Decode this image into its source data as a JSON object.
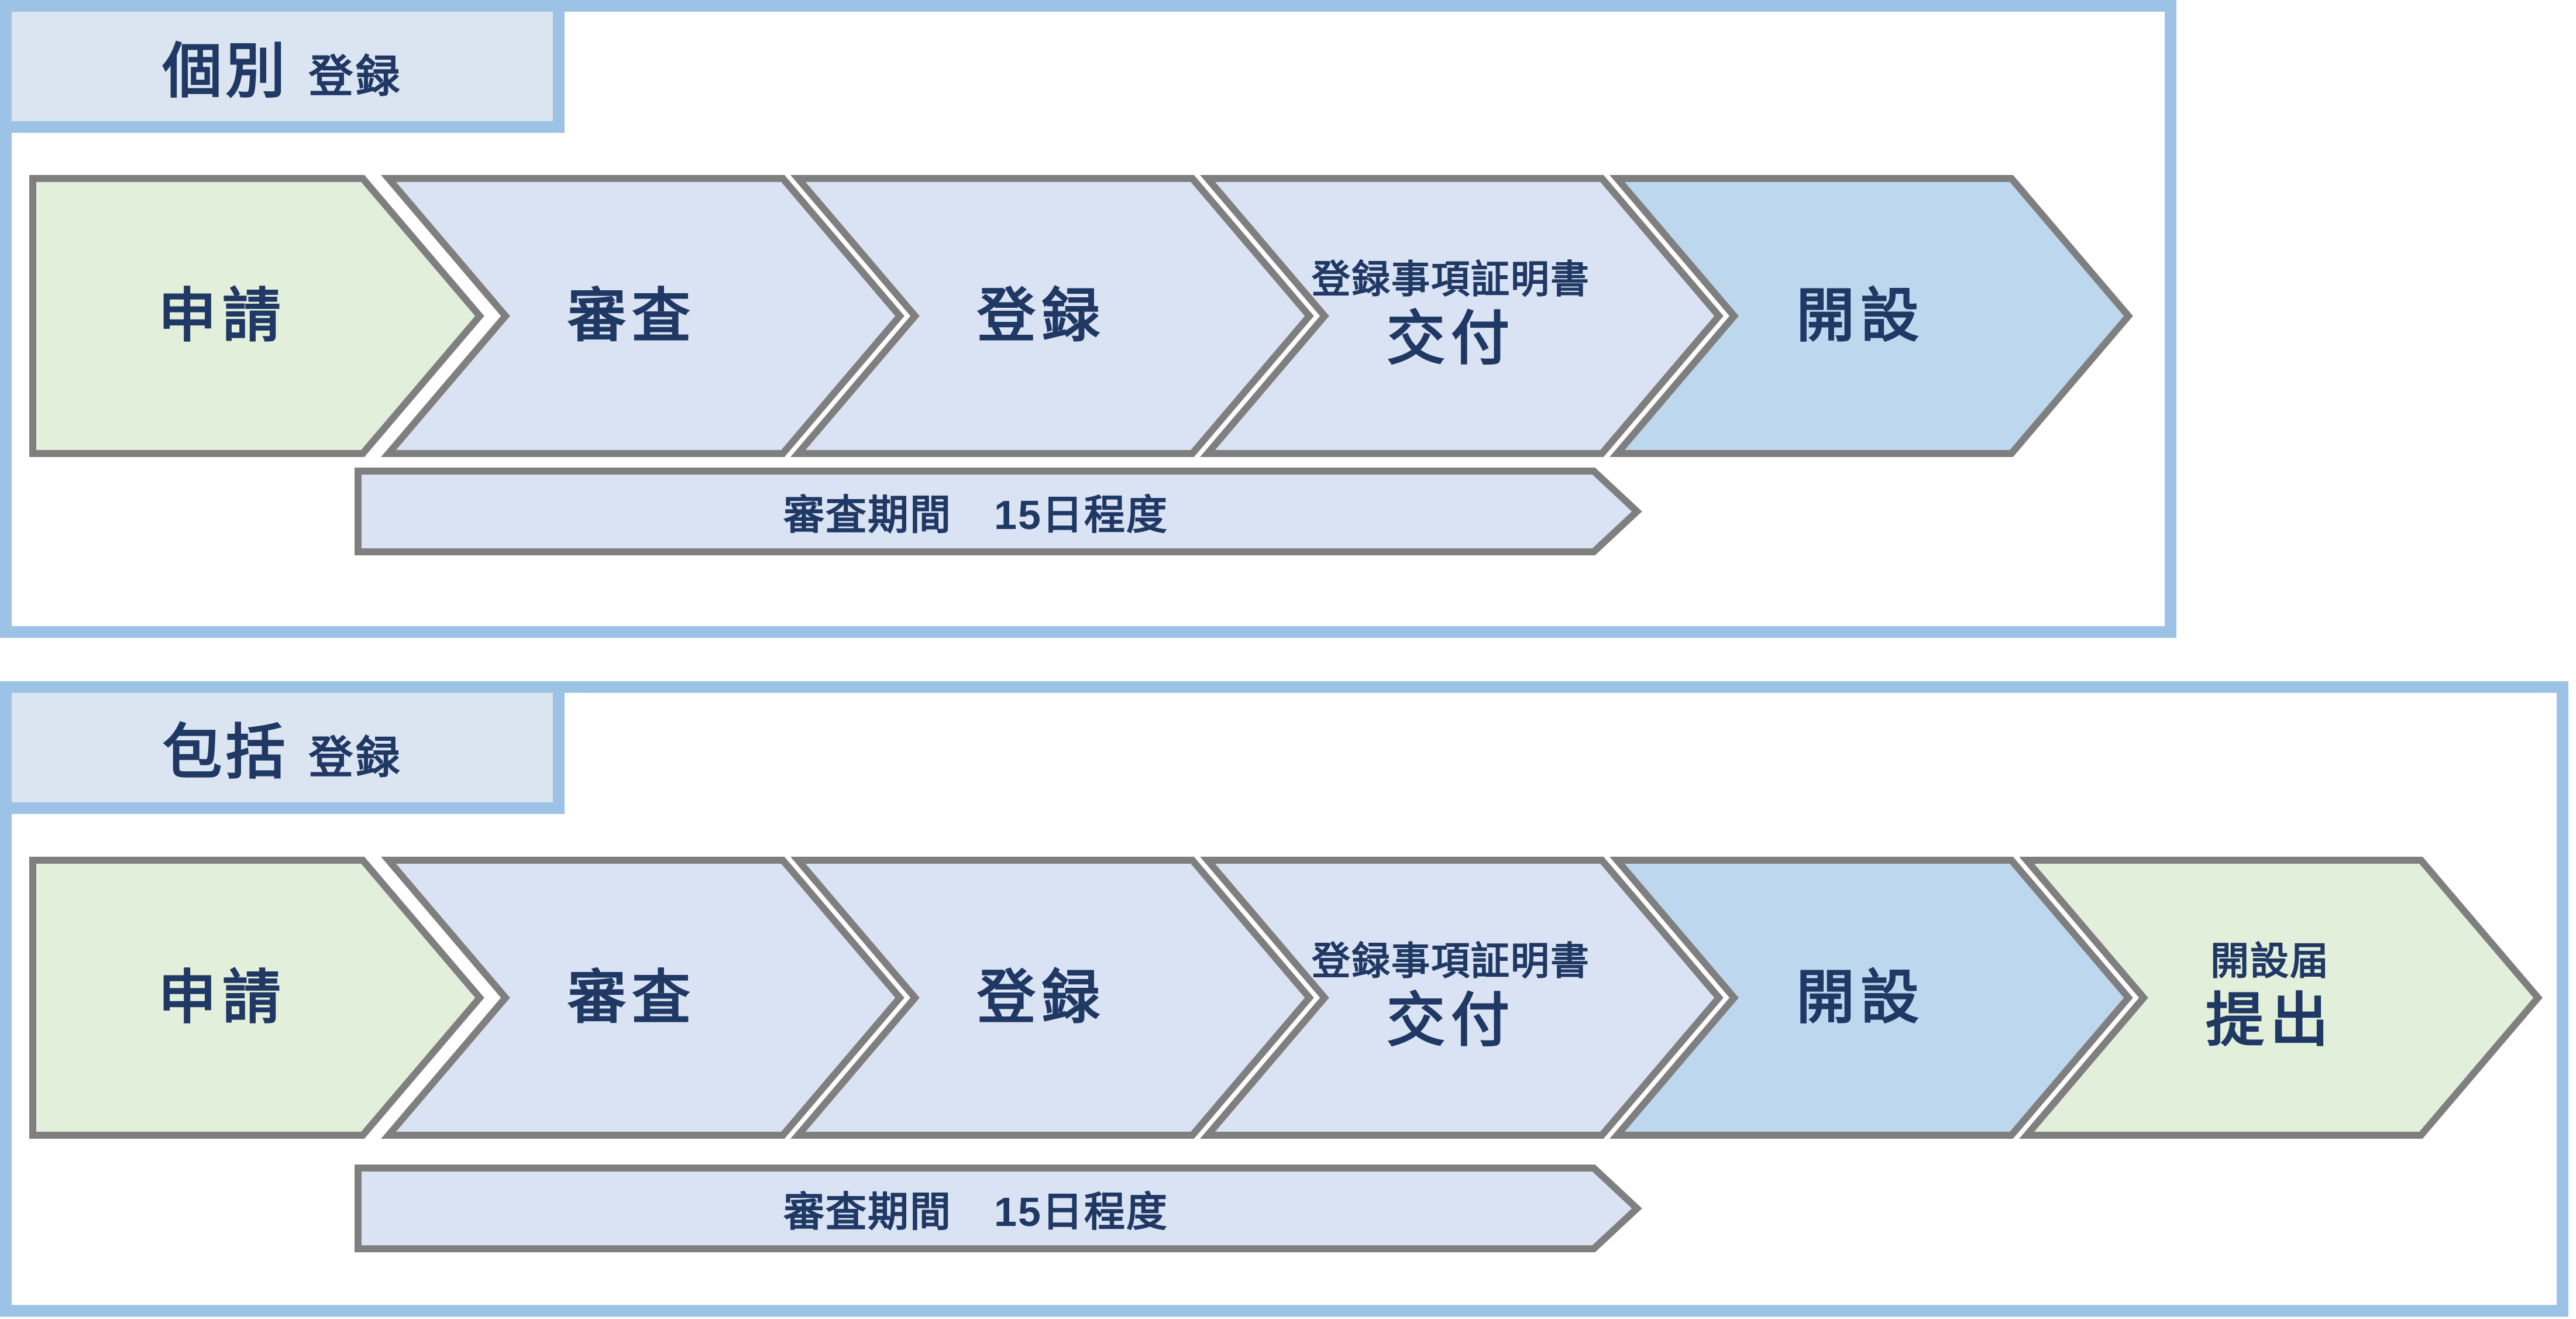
{
  "colors": {
    "outer_border": "#9CC3E6",
    "label_background": "#DBE5F1",
    "arrow_green": "#E2EFDA",
    "arrow_lavender": "#DAE3F3",
    "arrow_blue": "#BDD7EE",
    "arrow_outline": "#7F7F7F",
    "text": "#1F3864",
    "page_background": "#FFFFFF"
  },
  "sections": [
    {
      "label_main": "個別",
      "label_sub": "登録",
      "steps": [
        {
          "name": "申請",
          "color": "green"
        },
        {
          "name": "審査",
          "color": "lavender"
        },
        {
          "name": "登録",
          "color": "lavender"
        },
        {
          "top": "登録事項証明書",
          "name": "交付",
          "color": "lavender"
        },
        {
          "name": "開設",
          "color": "blue"
        }
      ],
      "duration_note": "審査期間　15日程度"
    },
    {
      "label_main": "包括",
      "label_sub": "登録",
      "steps": [
        {
          "name": "申請",
          "color": "green"
        },
        {
          "name": "審査",
          "color": "lavender"
        },
        {
          "name": "登録",
          "color": "lavender"
        },
        {
          "top": "登録事項証明書",
          "name": "交付",
          "color": "lavender"
        },
        {
          "name": "開設",
          "color": "blue"
        },
        {
          "top": "開設届",
          "name": "提出",
          "color": "green"
        }
      ],
      "duration_note": "審査期間　15日程度"
    }
  ]
}
